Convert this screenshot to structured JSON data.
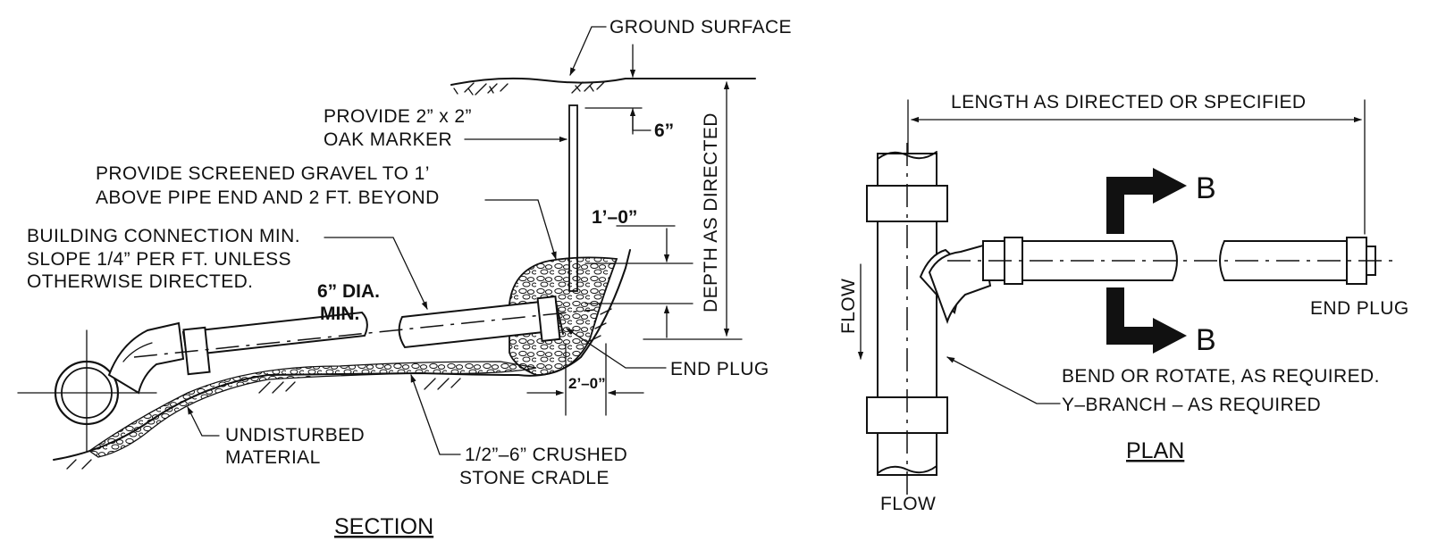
{
  "section": {
    "title": "SECTION",
    "labels": {
      "ground_surface": "GROUND SURFACE",
      "six_inch": "6”",
      "marker_l1": "PROVIDE 2” x 2”",
      "marker_l2": "OAK MARKER",
      "gravel_l1": "PROVIDE SCREENED GRAVEL TO 1’",
      "gravel_l2": "ABOVE PIPE END AND 2 FT. BEYOND",
      "bldg_l1": "BUILDING CONNECTION MIN.",
      "bldg_l2": "SLOPE 1/4” PER FT. UNLESS",
      "bldg_l3": "OTHERWISE DIRECTED.",
      "dia_l1": "6” DIA.",
      "dia_l2": "MIN.",
      "one_foot": "1’–0”",
      "depth": "DEPTH AS DIRECTED",
      "end_plug": "END PLUG",
      "two_foot": "2’–0”",
      "undisturbed_l1": "UNDISTURBED",
      "undisturbed_l2": "MATERIAL",
      "stone_l1": "1/2”–6” CRUSHED",
      "stone_l2": "STONE CRADLE"
    }
  },
  "plan": {
    "title": "PLAN",
    "labels": {
      "length": "LENGTH AS DIRECTED OR SPECIFIED",
      "section_b_top": "B",
      "section_b_bottom": "B",
      "end_plug": "END PLUG",
      "bend": "BEND OR ROTATE, AS REQUIRED.",
      "ybranch": "Y–BRANCH  –  AS REQUIRED",
      "flow_vertical": "FLOW",
      "flow_bottom": "FLOW"
    }
  }
}
